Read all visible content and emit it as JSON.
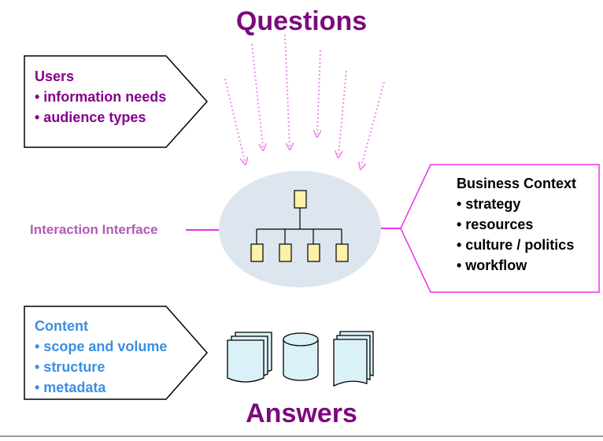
{
  "top_label": "Questions",
  "bottom_label": "Answers",
  "interface_label": "Interaction Interface",
  "users_box": {
    "heading": "Users",
    "items": [
      "• information needs",
      "• audience types"
    ]
  },
  "business_box": {
    "heading": "Business Context",
    "items": [
      "• strategy",
      "• resources",
      "• culture / politics",
      "• workflow"
    ]
  },
  "content_box": {
    "heading": "Content",
    "items": [
      "• scope and volume",
      "• structure",
      "• metadata"
    ]
  },
  "colors": {
    "purple": "#7b0a7e",
    "users_text": "#86008a",
    "content_text": "#3b8fe0",
    "magenta": "#ee2ee8",
    "ellipse_fill": "#dde6ef",
    "node_fill": "#fbf1a8",
    "doc_fill": "#dbf1f8"
  }
}
